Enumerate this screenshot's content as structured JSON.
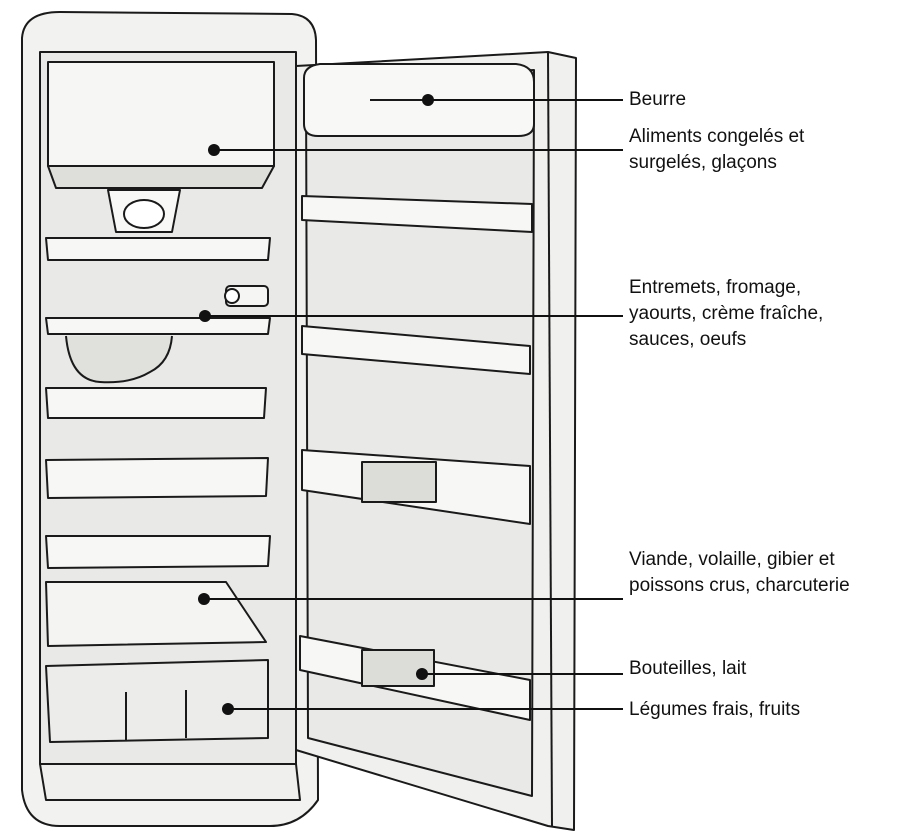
{
  "labels": [
    {
      "id": "butter",
      "lines": [
        "Beurre"
      ]
    },
    {
      "id": "frozen",
      "lines": [
        "Aliments congelés et",
        "surgelés, glaçons"
      ]
    },
    {
      "id": "dairy",
      "lines": [
        "Entremets, fromage,",
        "yaourts, crème fraîche,",
        "sauces, oeufs"
      ]
    },
    {
      "id": "meat",
      "lines": [
        "Viande, volaille, gibier et",
        "poissons crus, charcuterie"
      ]
    },
    {
      "id": "bottles",
      "lines": [
        "Bouteilles, lait"
      ]
    },
    {
      "id": "vegetables",
      "lines": [
        "Légumes frais, fruits"
      ]
    }
  ],
  "colors": {
    "ink": "#1a1a1a",
    "wall": "#e6e6e4",
    "shelf": "#f4f4f2",
    "shade": "#cfcfcc"
  }
}
